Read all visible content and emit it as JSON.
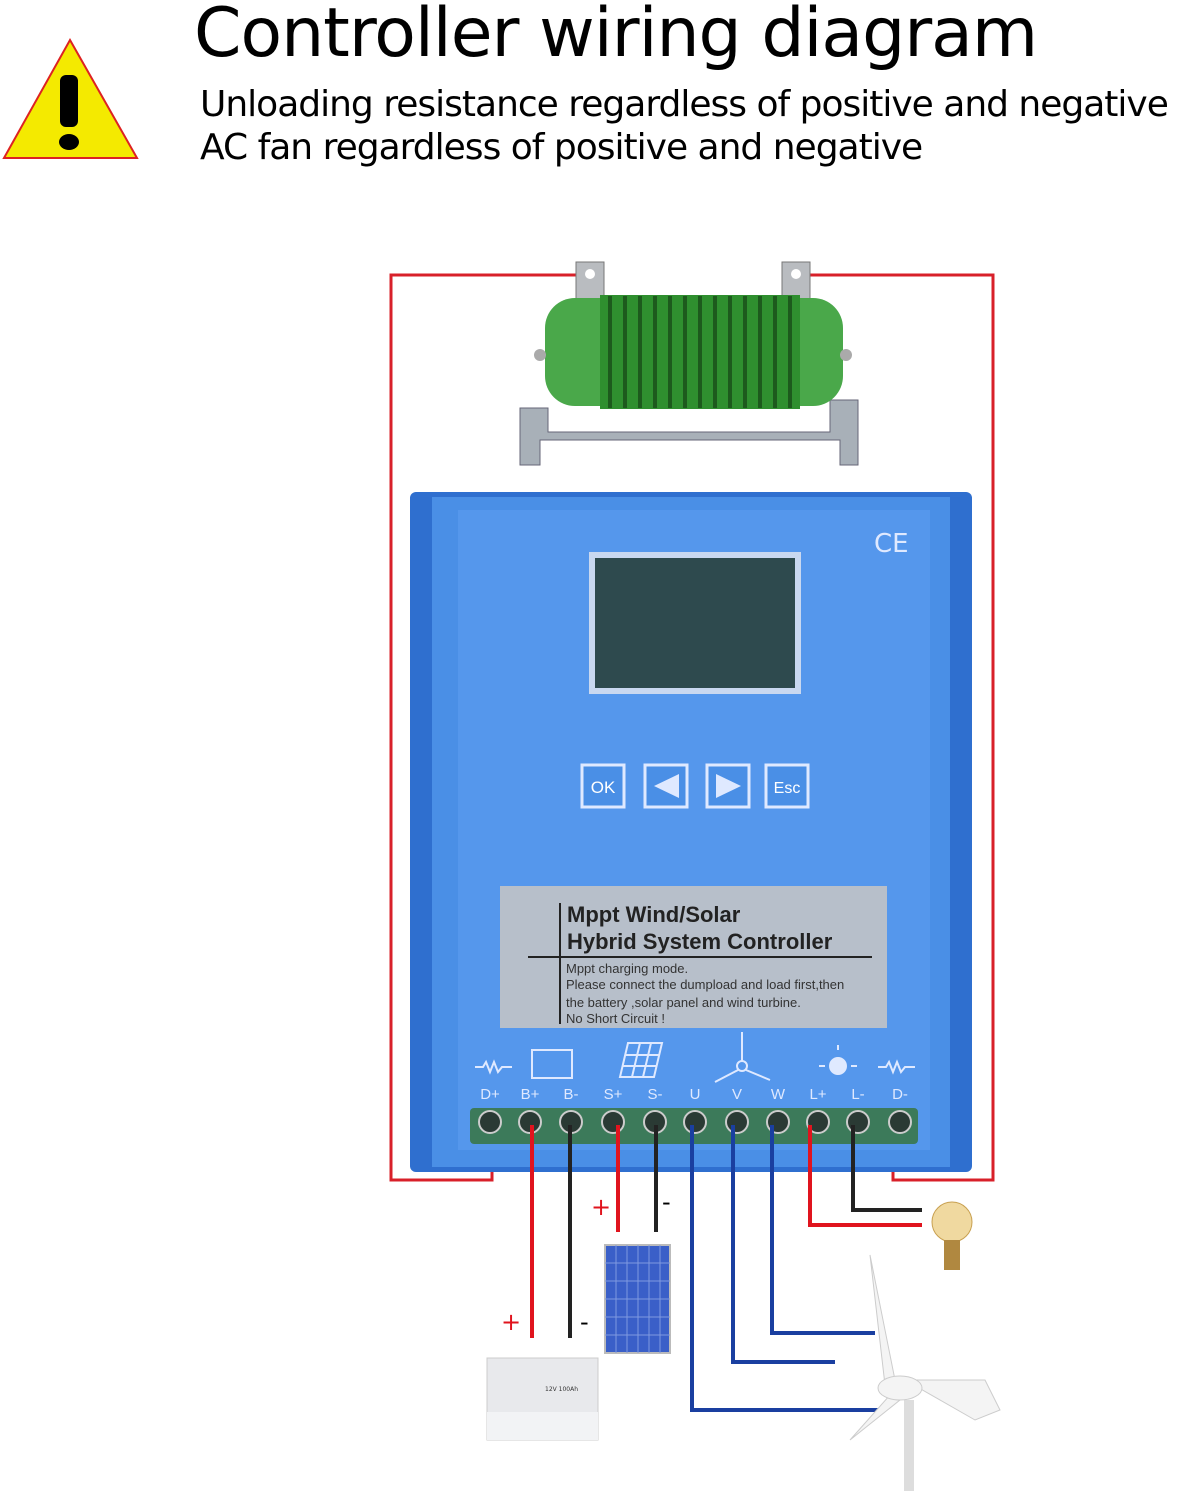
{
  "header": {
    "title": "Controller wiring diagram",
    "notes": [
      "Unloading resistance regardless of positive and negative",
      "AC fan regardless of positive and negative"
    ]
  },
  "controller": {
    "mark": "CE",
    "buttons": [
      "OK",
      "◀",
      "▶",
      "Esc"
    ],
    "label_title": [
      "Mppt Wind/Solar",
      "Hybrid System Controller"
    ],
    "label_text": [
      "Mppt charging mode.",
      "Please connect the dumpload and load first,then",
      "the battery ,solar panel and wind turbine.",
      "No Short Circuit !"
    ],
    "terminals": [
      "D+",
      "B+",
      "B-",
      "S+",
      "S-",
      "U",
      "V",
      "W",
      "L+",
      "L-",
      "D-"
    ],
    "body_color": "#4a8fe6"
  },
  "wiring": {
    "solar_plus": "+",
    "solar_minus": "-",
    "battery_plus": "+",
    "battery_minus": "-",
    "battery_label": "12V 100Ah",
    "colors": {
      "positive": "#e0141e",
      "negative": "#222222",
      "phase": "#1a3fa0",
      "dump_loop": "#d8202a"
    }
  },
  "icons": [
    "warning-icon",
    "resistor-icon",
    "battery-icon",
    "solar-panel-icon",
    "wind-turbine-icon",
    "light-bulb-icon"
  ]
}
